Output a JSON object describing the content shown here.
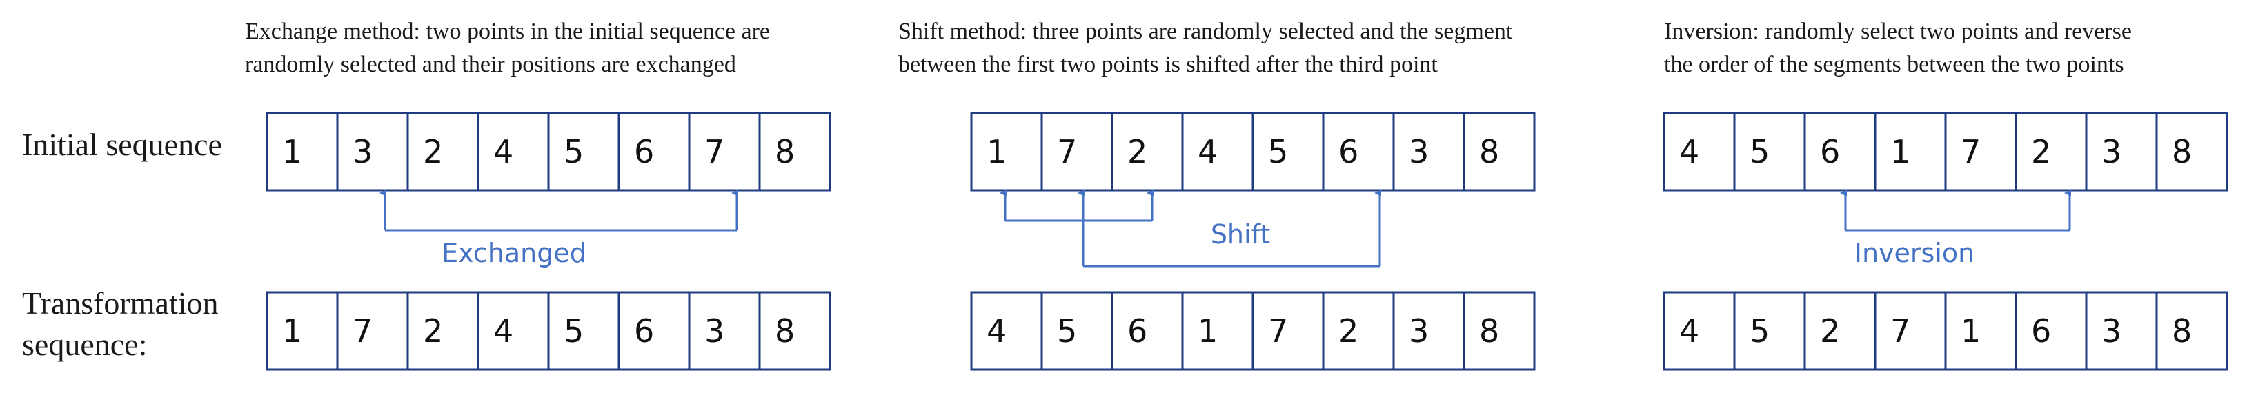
{
  "labels": {
    "initial": "Initial sequence",
    "transformation_line1": "Transformation",
    "transformation_line2": "sequence:"
  },
  "colors": {
    "box_border": "#1f3b82",
    "arrow": "#4472c4",
    "text": "#1a1a1a"
  },
  "panels": [
    {
      "id": "exchange",
      "description_line1": "Exchange method: two points in the initial sequence are",
      "description_line2": "randomly selected and their positions are exchanged",
      "initial": [
        "1",
        "3",
        "2",
        "4",
        "5",
        "6",
        "7",
        "8"
      ],
      "transformed": [
        "1",
        "7",
        "2",
        "4",
        "5",
        "6",
        "3",
        "8"
      ],
      "operation_label": "Exchanged"
    },
    {
      "id": "shift",
      "description_line1": "Shift method: three points are randomly selected and the segment",
      "description_line2": "between the first two points is shifted after the third point",
      "initial": [
        "1",
        "7",
        "2",
        "4",
        "5",
        "6",
        "3",
        "8"
      ],
      "transformed": [
        "4",
        "5",
        "6",
        "1",
        "7",
        "2",
        "3",
        "8"
      ],
      "operation_label": "Shift"
    },
    {
      "id": "inversion",
      "description_line1": "Inversion: randomly select two points and reverse",
      "description_line2": "the order of the segments between the two points",
      "initial": [
        "4",
        "5",
        "6",
        "1",
        "7",
        "2",
        "3",
        "8"
      ],
      "transformed": [
        "4",
        "5",
        "2",
        "7",
        "1",
        "6",
        "3",
        "8"
      ],
      "operation_label": "Inversion"
    }
  ]
}
